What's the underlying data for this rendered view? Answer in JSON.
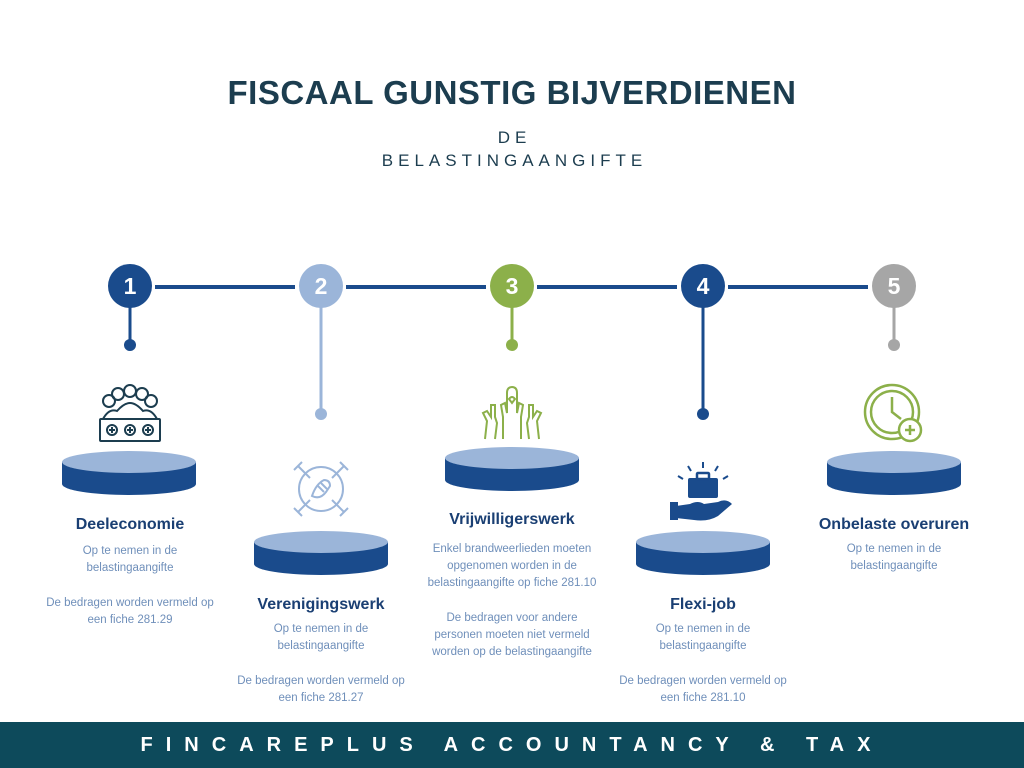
{
  "header": {
    "title": "FISCAAL GUNSTIG BIJVERDIENEN",
    "subtitle_line1": "DE",
    "subtitle_line2": "BELASTINGAANGIFTE"
  },
  "colors": {
    "dark_blue": "#1a4b8c",
    "light_blue": "#9bb5d9",
    "green": "#8cb04a",
    "gray": "#a6a6a6",
    "teal": "#1c3d4f",
    "footer_bg": "#0d4a5b"
  },
  "steps": [
    {
      "number": "1",
      "title": "Deeleconomie",
      "icon": "people-group-icon",
      "paragraphs": [
        "Op te nemen in de belastingaangifte",
        "De bedragen worden vermeld op een fiche 281.29"
      ]
    },
    {
      "number": "2",
      "title": "Verenigingswerk",
      "icon": "hands-together-icon",
      "paragraphs": [
        "Op te nemen in de belastingaangifte",
        "De bedragen worden vermeld op een fiche 281.27"
      ]
    },
    {
      "number": "3",
      "title": "Vrijwilligerswerk",
      "icon": "raised-hands-icon",
      "paragraphs": [
        "Enkel brandweerlieden moeten opgenomen worden in de belastingaangifte op fiche 281.10",
        "De bedragen voor andere personen moeten niet vermeld worden op de belastingaangifte"
      ]
    },
    {
      "number": "4",
      "title": "Flexi-job",
      "icon": "briefcase-hand-icon",
      "paragraphs": [
        "Op te nemen in de belastingaangifte",
        "De bedragen worden vermeld op een fiche 281.10"
      ]
    },
    {
      "number": "5",
      "title": "Onbelaste overuren",
      "icon": "clock-plus-icon",
      "paragraphs": [
        "Op te nemen in de belastingaangifte"
      ]
    }
  ],
  "footer": {
    "text": "FINCAREPLUS ACCOUNTANCY & TAX"
  }
}
